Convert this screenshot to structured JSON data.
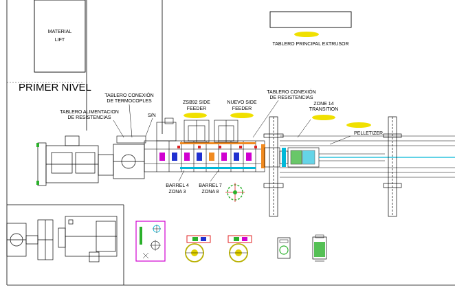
{
  "drawing": {
    "material_lift": [
      "MATERIAL",
      "LIFT"
    ],
    "primer_nivel": "PRIMER NIVEL",
    "tablero_principal": "TABLERO PRINCIPAL EXTRUSOR",
    "tablero_termocoples": [
      "TABLERO CONEXIÓN",
      "DE TERMOCOPLES"
    ],
    "tablero_alimentacion": [
      "TABLERO ALIMENTACION",
      "DE RESISTENCIAS"
    ],
    "sn": "S/N",
    "side_feeder_zsb92": [
      "ZSB92 SIDE",
      "FEEDER"
    ],
    "side_feeder_nuevo": [
      "NUEVO SIDE",
      "FEEDER"
    ],
    "tablero_resistencias": [
      "TABLERO CONEXIÓN",
      "DE RESISTENCIAS"
    ],
    "zone14": [
      "ZONE 14",
      "TRANSITION"
    ],
    "pelletizer": "PELLETIZER",
    "barrel4": [
      "BARREL 4",
      "ZONA 3"
    ],
    "barrel7": [
      "BARREL 7",
      "ZONA 8"
    ]
  },
  "colors": {
    "line": "#000000",
    "tag": "#f0e000",
    "green": "#2bb02b",
    "cyan": "#00b8d8",
    "magenta": "#d000d0",
    "red": "#e02020",
    "orange": "#f08a20",
    "blue": "#2030d0"
  }
}
